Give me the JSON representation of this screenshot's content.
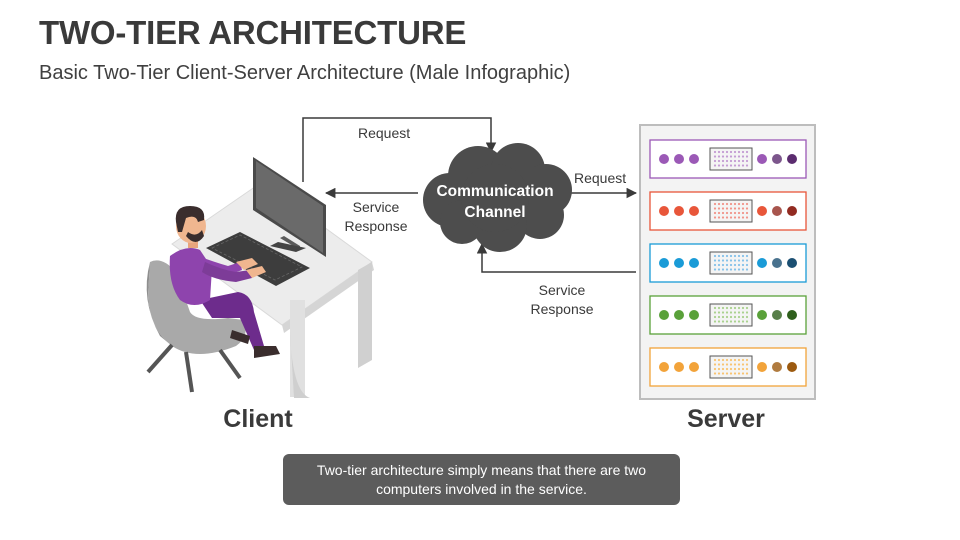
{
  "title": "TWO-TIER ARCHITECTURE",
  "subtitle": "Basic Two-Tier Client-Server Architecture (Male Infographic)",
  "cloud": {
    "line1": "Communication",
    "line2": "Channel",
    "color": "#4d4d4d"
  },
  "arrows": {
    "client_request": "Request",
    "client_response_line1": "Service",
    "client_response_line2": "Response",
    "server_request": "Request",
    "server_response_line1": "Service",
    "server_response_line2": "Response"
  },
  "nodes": {
    "client": "Client",
    "server": "Server"
  },
  "server_units": [
    {
      "name": "purple",
      "color": "#9b59b6",
      "light": "#c39bd3",
      "dark": "#5b2c6f"
    },
    {
      "name": "red",
      "color": "#e8563a",
      "light": "#f1948a",
      "dark": "#922b21"
    },
    {
      "name": "blue",
      "color": "#1a9bd7",
      "light": "#85c1e9",
      "dark": "#1b4f72"
    },
    {
      "name": "green",
      "color": "#5aa13a",
      "light": "#a9d18e",
      "dark": "#2e5f1c"
    },
    {
      "name": "orange",
      "color": "#f2a33a",
      "light": "#f8c471",
      "dark": "#9c5a0f"
    }
  ],
  "callout": "Two-tier architecture simply means that there are two computers involved in the service."
}
